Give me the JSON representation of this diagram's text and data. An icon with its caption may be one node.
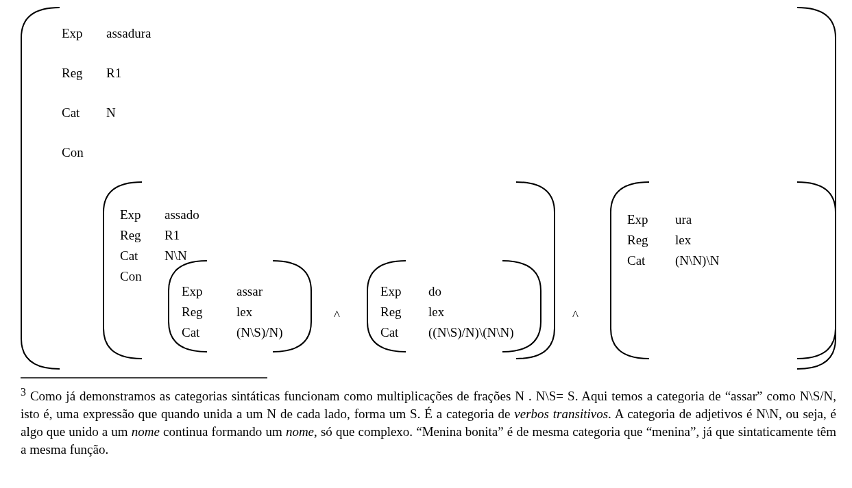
{
  "diagram": {
    "nodes": [
      {
        "text": [
          "Exp",
          "assadura",
          "Reg",
          "R1",
          "Cat",
          "N",
          "Con"
        ]
      },
      {
        "text": [
          "Exp",
          "assado",
          "Reg",
          "R1",
          "Cat",
          "N\\N",
          "Con"
        ],
        "in": 0
      },
      {
        "text": [
          "Exp",
          "assar",
          "Reg",
          "lex",
          "Cat",
          "(N\\S)/N)"
        ],
        "in": 1
      },
      {
        "text": [
          "Exp",
          "do",
          "Reg",
          "lex",
          "Cat",
          "((N\\S)/N)\\(N\\N)"
        ],
        "in": 1
      },
      {
        "text": [
          "Exp",
          "ura",
          "Reg",
          "lex",
          "Cat",
          "(N\\N)\\N"
        ],
        "in": 0
      }
    ],
    "labels": [
      "^",
      "^",
      "$^{3}$ Como já demonstramos as categorias sintáticas funcionam como multiplicações de frações N . N\\S= S. Aqui temos a categoria de “assar” como N\\S/N, isto é, uma expressão que quando unida a um N de cada lado, forma um S. É a categoria de *verbos transitivos*. A categoria de adjetivos é N\\N, ou seja, é algo que unido a um *nome* continua formando um *nome*, só que complexo. “Menina bonita” é de mesma categoria que “menina”, já que sintaticamente têm a mesma função."
    ]
  }
}
